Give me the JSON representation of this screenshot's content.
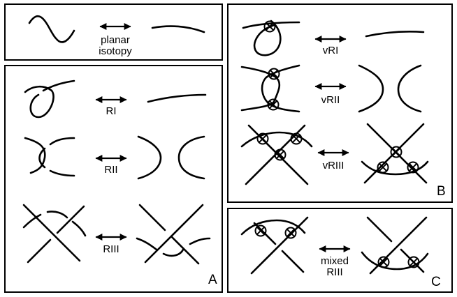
{
  "labels": {
    "planar": "planar",
    "isotopy": "isotopy",
    "RI": "RI",
    "RII": "RII",
    "RIII": "RIII",
    "vRI": "vRI",
    "vRII": "vRII",
    "vRIII": "vRIII",
    "mixed": "mixed",
    "mixedRIII": "RIII"
  },
  "panels": {
    "A": "A",
    "B": "B",
    "C": "C"
  }
}
